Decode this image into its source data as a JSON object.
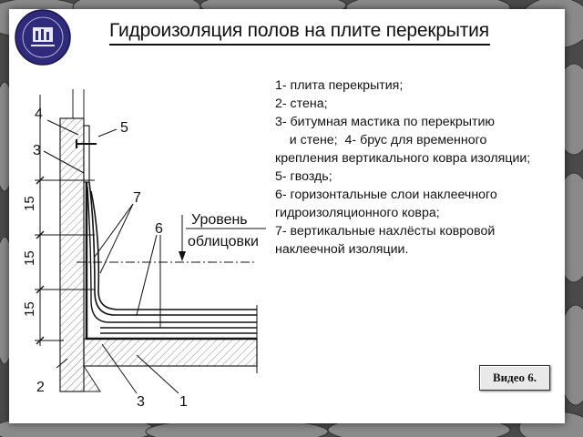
{
  "title": "Гидроизоляция полов на плите перекрытия",
  "legend": [
    "1- плита перекрытия;",
    "2- стена;",
    "3- битумная мастика по перекрытию",
    "    и стене;  4- брус для временного",
    "крепления вертикального ковра изоляции;",
    "5- гвоздь;",
    "6- горизонтальные слои наклеечного",
    "гидроизоляционного ковра;",
    "7- вертикальные нахлёсты ковровой",
    "наклеечной изоляции."
  ],
  "diagram": {
    "level_label_1": "Уровень",
    "level_label_2": "облицовки",
    "callouts": [
      "4",
      "5",
      "3",
      "7",
      "6",
      "2",
      "3",
      "1"
    ],
    "dimensions": [
      "15",
      "15",
      "15"
    ]
  },
  "video_button": "Видео 6."
}
